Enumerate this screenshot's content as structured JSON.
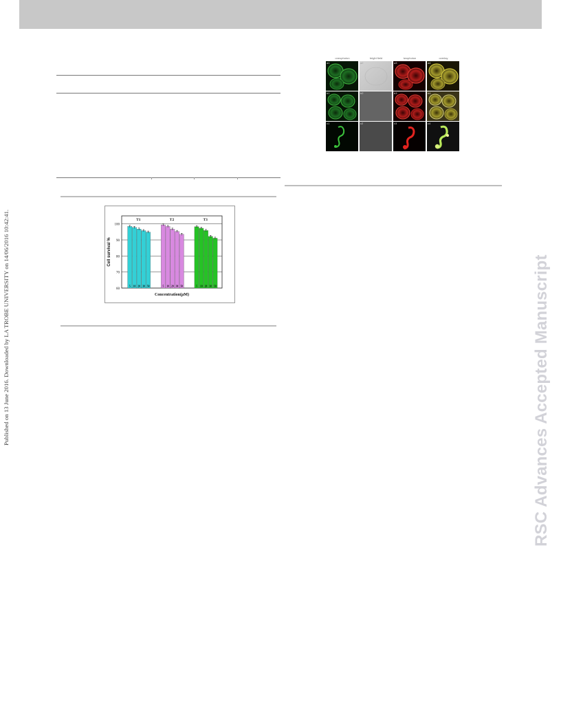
{
  "side_note": "Published on 13 June 2016. Downloaded by LA TROBE UNIVERSITY on 14/06/2016 10:42:41.",
  "watermark": "RSC Advances Accepted Manuscript",
  "micrograph": {
    "columns": [
      "oneophoton",
      "bright field",
      "twophoton",
      "overlay"
    ],
    "row_tags": [
      [
        "a1",
        "a2",
        "a3",
        "a4"
      ],
      [
        "b1",
        "b2",
        "b3",
        "b4"
      ],
      [
        "c1",
        "c2",
        "c3",
        "c4"
      ]
    ],
    "colors": {
      "green": "#2f9a35",
      "bright": "#c9c9c9",
      "red": "#c8201e",
      "overlay": "#b3a83a"
    }
  },
  "chart_data": {
    "type": "bar",
    "ylabel": "Cell survival %",
    "xlabel": "Concentration(μM)",
    "ylim": [
      60,
      105
    ],
    "yticks": [
      60,
      70,
      80,
      90,
      100
    ],
    "grid": true,
    "groups": [
      {
        "name": "T1",
        "color": "#33d0d6",
        "categories": [
          "5",
          "10",
          "20",
          "30",
          "50"
        ],
        "values": [
          98.5,
          97.8,
          96.8,
          95.8,
          94.9
        ]
      },
      {
        "name": "T2",
        "color": "#d889e0",
        "categories": [
          "5",
          "10",
          "20",
          "30",
          "50"
        ],
        "values": [
          99.4,
          98.4,
          96.7,
          95.3,
          93.5
        ]
      },
      {
        "name": "T3",
        "color": "#26c226",
        "categories": [
          "5",
          "10",
          "20",
          "30",
          "50"
        ],
        "values": [
          98.3,
          97.3,
          95.9,
          92.2,
          91.1
        ]
      }
    ]
  }
}
